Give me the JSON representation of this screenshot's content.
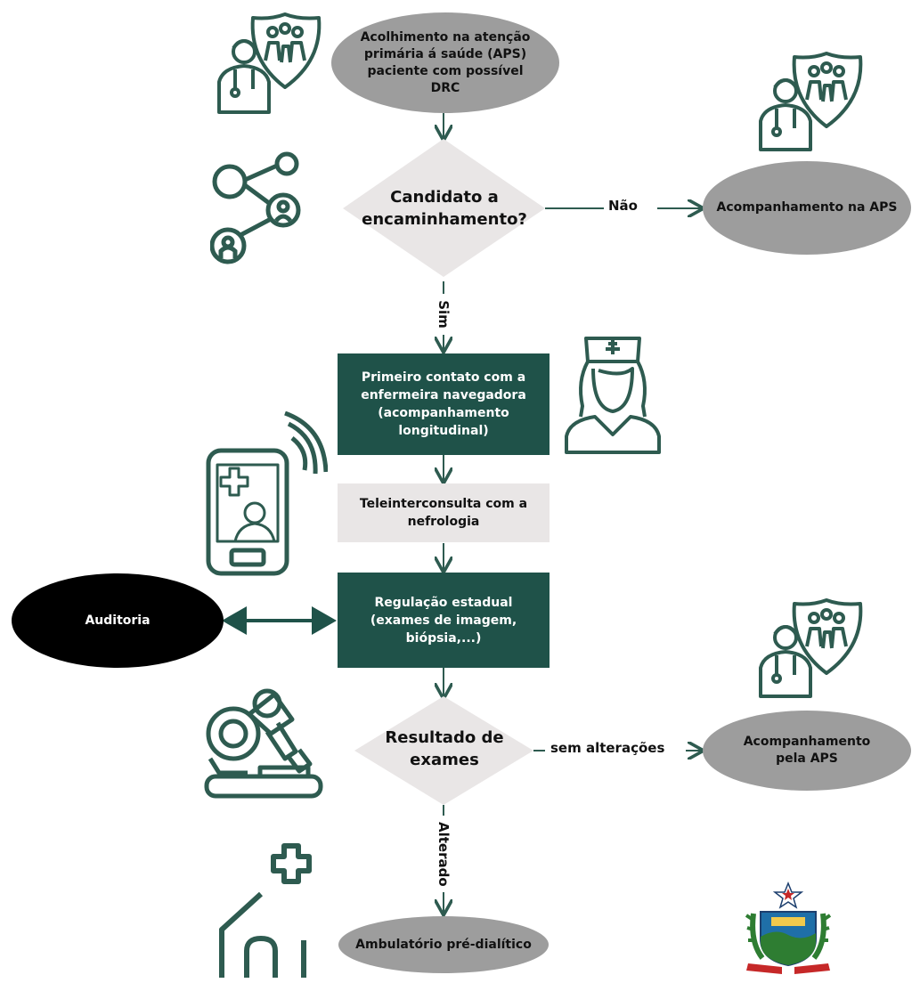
{
  "nodes": {
    "aps_start": "Acolhimento na atenção primária á saúde (APS) paciente com possível DRC",
    "candidate": "Candidato a encaminhamento?",
    "aps_follow": "Acompanhamento na APS",
    "nurse": "Primeiro contato com a enfermeira navegadora (acompanhamento longitudinal)",
    "tele": "Teleinterconsulta com a nefrologia",
    "regulation": "Regulação estadual (exames de imagem, biópsia,...)",
    "audit": "Auditoria",
    "results": "Resultado de exames",
    "aps_follow2": "Acompanhamento pela APS",
    "ambulatory": "Ambulatório pré-dialítico"
  },
  "edges": {
    "no": "Não",
    "yes": "Sim",
    "no_change": "sem alterações",
    "altered": "Alterado"
  },
  "colors": {
    "dark_green": "#1f5249",
    "icon_green": "#2e5b50",
    "oval_gray": "#9d9d9d",
    "diamond_gray": "#e9e6e6",
    "black": "#000000"
  },
  "icons": {
    "doctor_family_1": "doctor-family-shield-icon",
    "network": "network-people-icon",
    "doctor_family_2": "doctor-family-shield-icon",
    "nurse": "nurse-icon",
    "phone": "telemedicine-phone-icon",
    "doctor_family_3": "doctor-family-shield-icon",
    "microscope": "microscope-icon",
    "home_health": "home-health-icon",
    "coat_of_arms": "coat-of-arms-icon"
  }
}
